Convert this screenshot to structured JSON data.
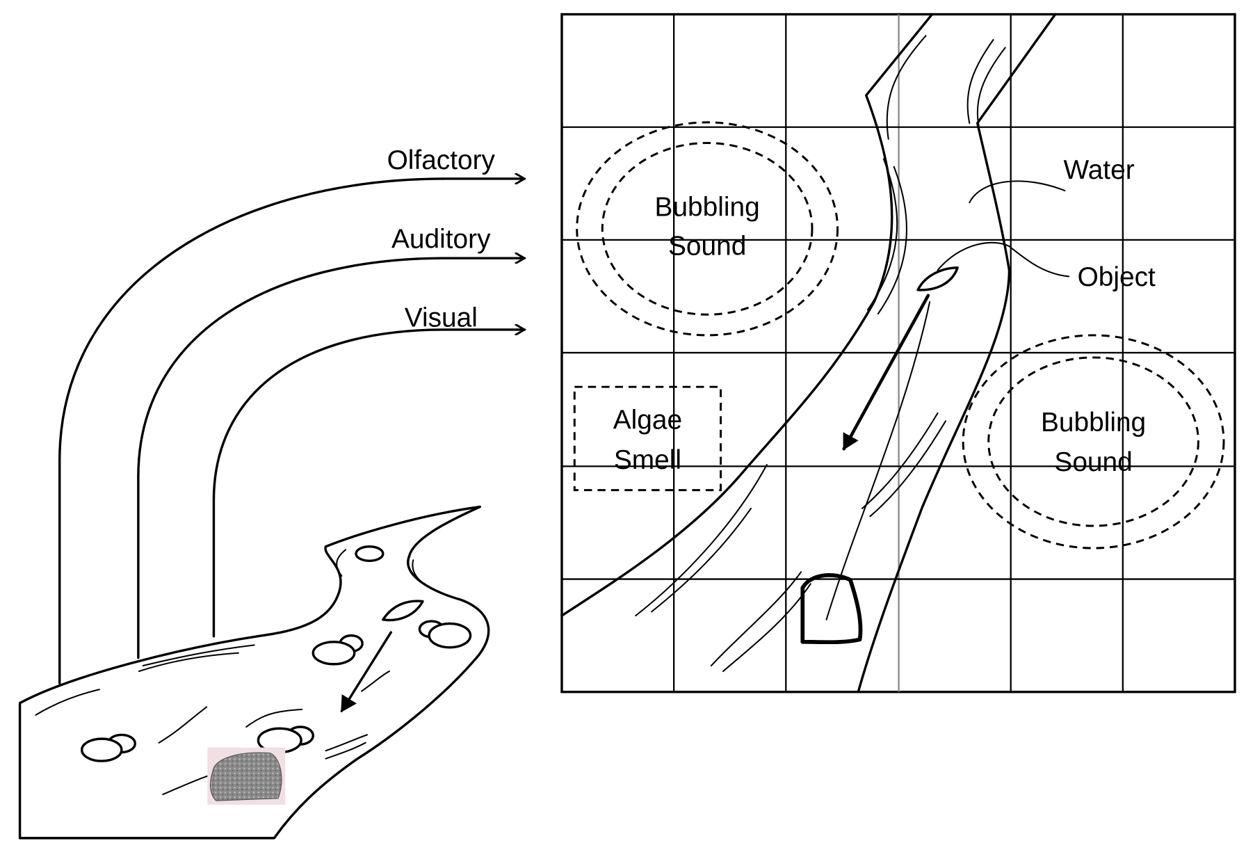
{
  "arrows": {
    "olfactory": "Olfactory",
    "auditory": "Auditory",
    "visual": "Visual"
  },
  "map": {
    "sound_top_line1": "Bubbling",
    "sound_top_line2": "Sound",
    "sound_bottom_line1": "Bubbling",
    "sound_bottom_line2": "Sound",
    "smell_line1": "Algae",
    "smell_line2": "Smell",
    "water": "Water",
    "object": "Object"
  }
}
